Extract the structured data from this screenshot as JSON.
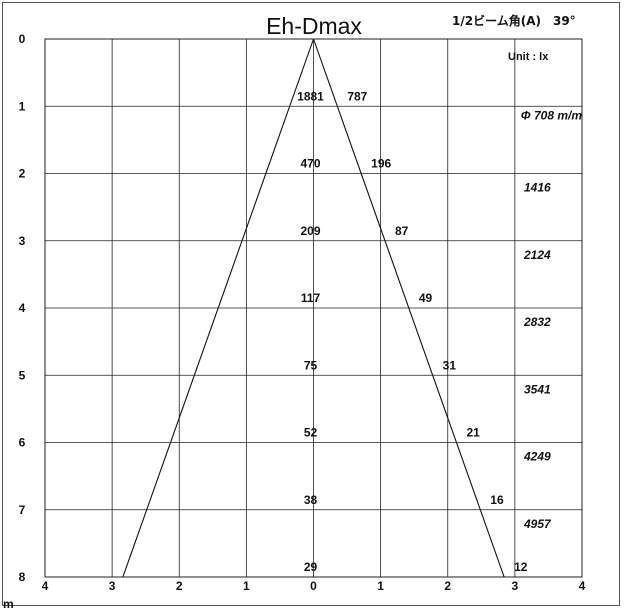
{
  "header": {
    "title": "Eh-Dmax",
    "beam_angle": "1/2ビーム角(A)　39°"
  },
  "chart_data": {
    "type": "line",
    "title": "Eh-Dmax",
    "unit_label": "Unit : lx",
    "axis_unit": "m",
    "xlim": [
      -4,
      4
    ],
    "ylim": [
      0,
      8
    ],
    "x_ticks": [
      "4",
      "3",
      "2",
      "1",
      "0",
      "1",
      "2",
      "3",
      "4"
    ],
    "y_ticks": [
      "0",
      "1",
      "2",
      "3",
      "4",
      "5",
      "6",
      "7",
      "8"
    ],
    "grid": true,
    "cone": {
      "apex": [
        0,
        0
      ],
      "left_base": [
        -2.84,
        8
      ],
      "right_base": [
        2.84,
        8
      ]
    },
    "center_lux": [
      {
        "d": 1,
        "v": "1881"
      },
      {
        "d": 2,
        "v": "470"
      },
      {
        "d": 3,
        "v": "209"
      },
      {
        "d": 4,
        "v": "117"
      },
      {
        "d": 5,
        "v": "75"
      },
      {
        "d": 6,
        "v": "52"
      },
      {
        "d": 7,
        "v": "38"
      },
      {
        "d": 8,
        "v": "29"
      }
    ],
    "edge_lux": [
      {
        "d": 1,
        "v": "787"
      },
      {
        "d": 2,
        "v": "196"
      },
      {
        "d": 3,
        "v": "87"
      },
      {
        "d": 4,
        "v": "49"
      },
      {
        "d": 5,
        "v": "31"
      },
      {
        "d": 6,
        "v": "21"
      },
      {
        "d": 7,
        "v": "16"
      },
      {
        "d": 8,
        "v": "12"
      }
    ],
    "diameters": [
      {
        "d": 1,
        "v": "Φ 708 m/m"
      },
      {
        "d": 2,
        "v": "1416"
      },
      {
        "d": 3,
        "v": "2124"
      },
      {
        "d": 4,
        "v": "2832"
      },
      {
        "d": 5,
        "v": "3541"
      },
      {
        "d": 6,
        "v": "4249"
      },
      {
        "d": 7,
        "v": "4957"
      }
    ]
  }
}
